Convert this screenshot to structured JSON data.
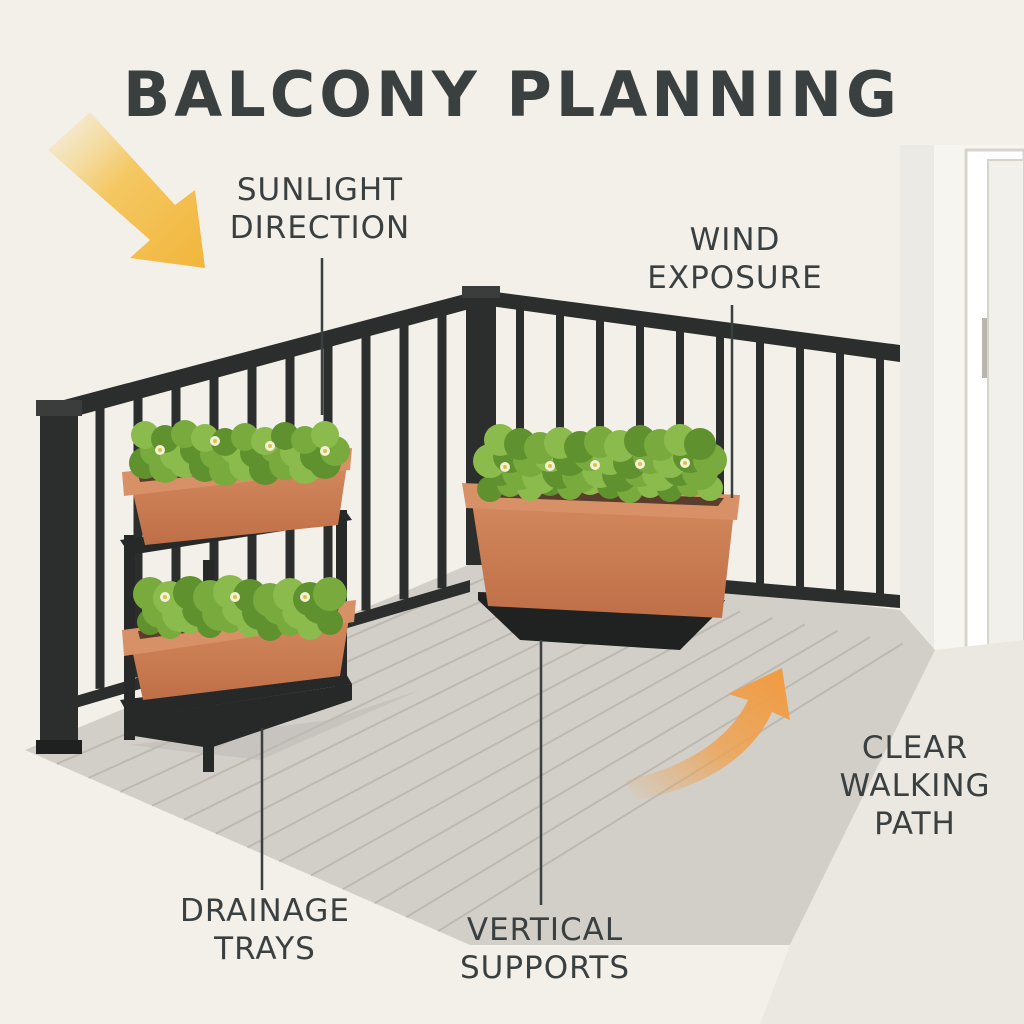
{
  "title": "BALCONY PLANNING",
  "labels": {
    "sunlight": [
      "SUNLIGHT",
      "DIRECTION"
    ],
    "wind": [
      "WIND",
      "EXPOSURE"
    ],
    "walking": [
      "CLEAR",
      "WALKING",
      "PATH"
    ],
    "drainage": [
      "DRAINAGE",
      "TRAYS"
    ],
    "supports": [
      "VERTICAL",
      "SUPPORTS"
    ]
  },
  "colors": {
    "background": "#f3f0e9",
    "railing": "#2b2e2d",
    "deck": "#d2cfc9",
    "planter": "#c97b52",
    "foliage": "#6fa03a",
    "sun_arrow": "#f2b53a",
    "wind_arrow": "#f0a04b",
    "text": "#3a3f40"
  }
}
